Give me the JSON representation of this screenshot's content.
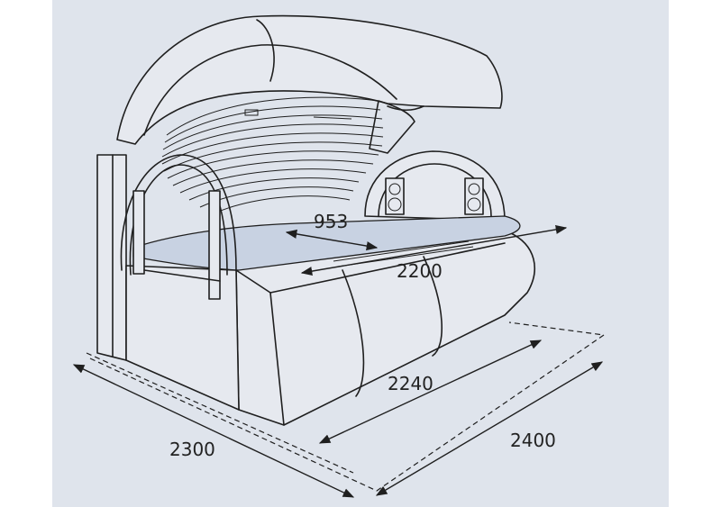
{
  "diagram": {
    "subject": "Tanning bed with open canopy",
    "dimensions": {
      "bed_width": "953",
      "bed_length": "2200",
      "base_length": "2240",
      "total_length": "2400",
      "total_width": "2300"
    }
  }
}
